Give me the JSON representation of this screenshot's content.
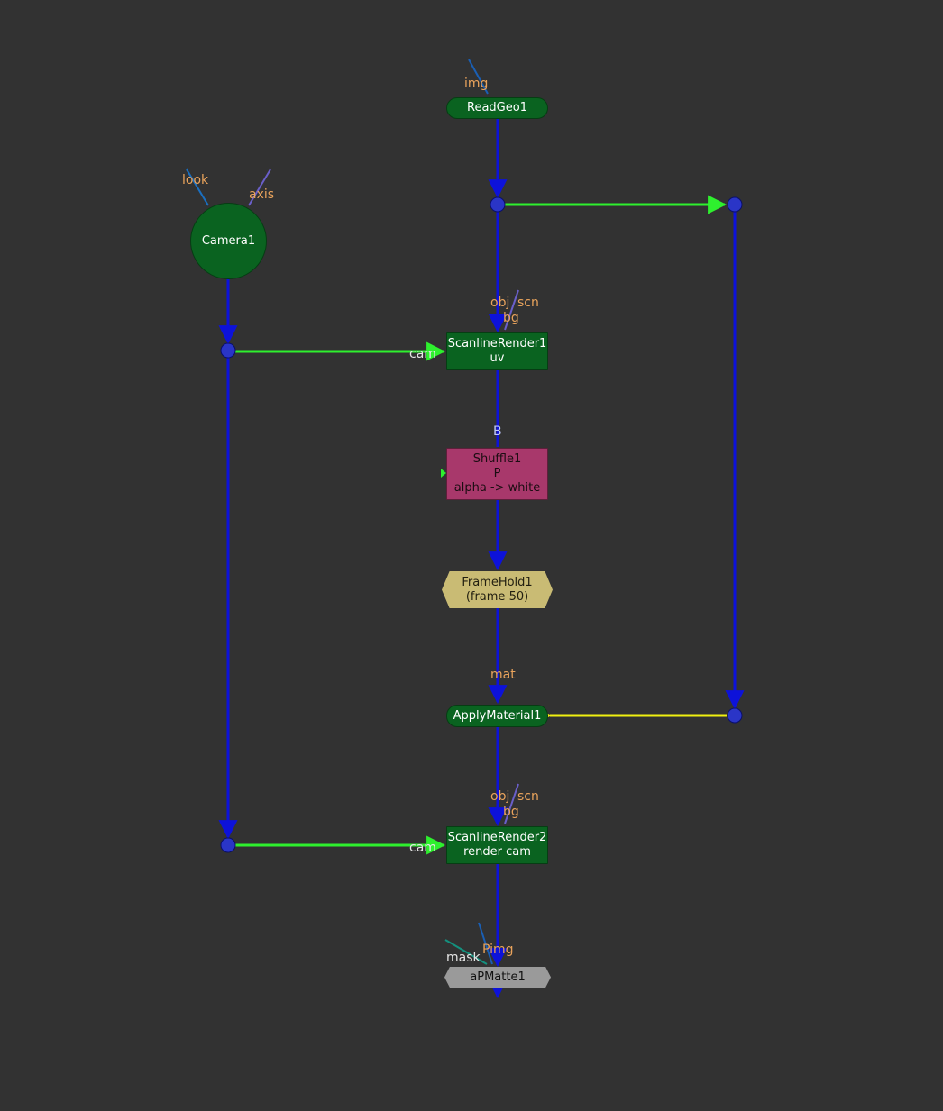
{
  "nodes": {
    "readgeo": {
      "label": "ReadGeo1",
      "input": "img"
    },
    "camera": {
      "label": "Camera1",
      "input_look": "look",
      "input_axis": "axis"
    },
    "scanline1": {
      "label": "ScanlineRender1",
      "sub": "uv",
      "input_obj": "obj",
      "input_scn": "scn",
      "input_bg": "bg",
      "input_cam": "cam"
    },
    "shuffle": {
      "label": "Shuffle1",
      "line2": "P",
      "line3": "alpha -> white",
      "input_b": "B"
    },
    "framehold": {
      "label": "FrameHold1",
      "sub": "(frame 50)"
    },
    "applymaterial": {
      "label": "ApplyMaterial1",
      "input_mat": "mat"
    },
    "scanline2": {
      "label": "ScanlineRender2",
      "sub": "render cam",
      "input_obj": "obj",
      "input_scn": "scn",
      "input_bg": "bg",
      "input_cam": "cam"
    },
    "apmatte": {
      "label": "aPMatte1",
      "input_pimg": "Pimg",
      "input_mask": "mask"
    }
  },
  "colors": {
    "background": "#323232",
    "pipe_main": "#0d12d9",
    "pipe_side": "#2ef02e",
    "pipe_mat": "#f0f010",
    "dot": "#2a35c7",
    "geo_node": "#0a6320",
    "shuffle_node": "#a8386b",
    "framehold_node": "#c9bb74",
    "gizmo_node": "#9a9a9a",
    "input_label": "#e9a35c"
  }
}
